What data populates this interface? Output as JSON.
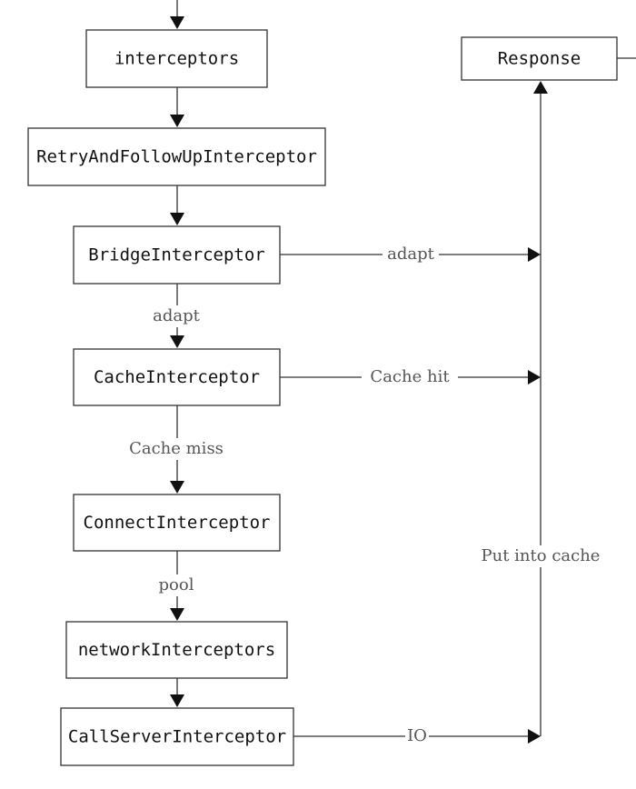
{
  "nodes": {
    "interceptors": "interceptors",
    "retry": "RetryAndFollowUpInterceptor",
    "bridge": "BridgeInterceptor",
    "cache": "CacheInterceptor",
    "connect": "ConnectInterceptor",
    "network": "networkInterceptors",
    "callserver": "CallServerInterceptor",
    "response": "Response"
  },
  "edges": {
    "bridge_to_cache": "adapt",
    "cache_to_connect": "Cache miss",
    "connect_to_network": "pool",
    "bridge_to_response": "adapt",
    "cache_to_response": "Cache hit",
    "callserver_to_response": "IO",
    "response_column": "Put into cache"
  }
}
